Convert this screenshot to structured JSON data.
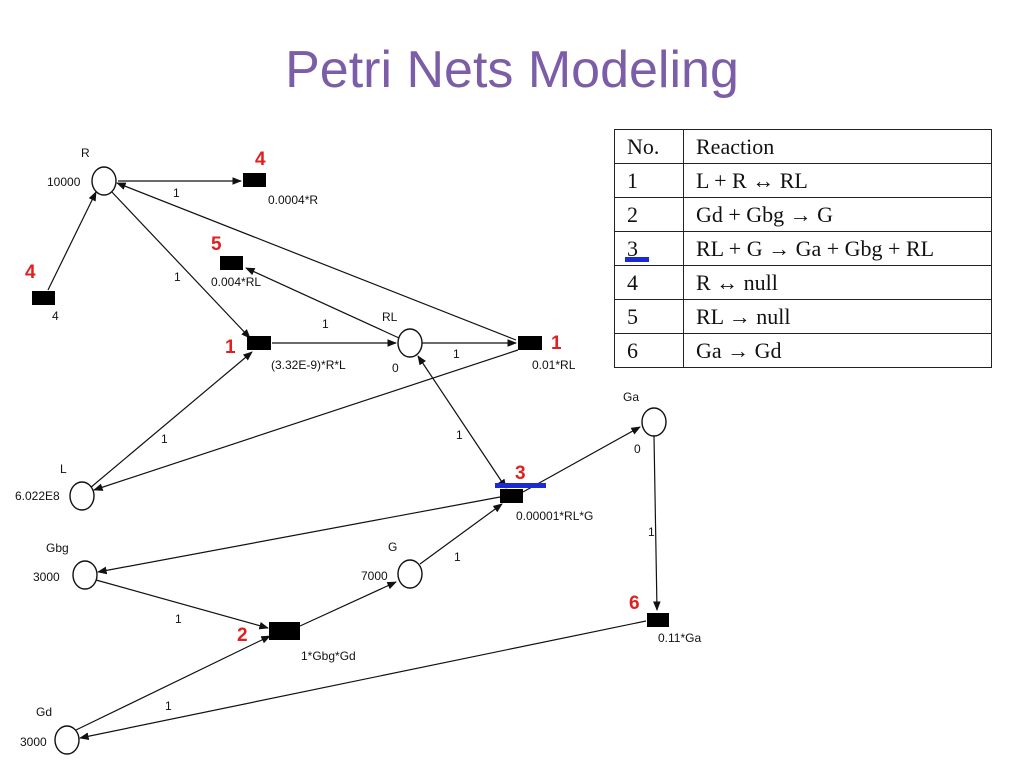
{
  "title": "Petri Nets Modeling",
  "colors": {
    "title": "#7b5ea7",
    "red_marker": "#e02020",
    "blue_marker": "#1a2bd6"
  },
  "table": {
    "headers": [
      "No.",
      "Reaction"
    ],
    "rows": [
      [
        "1",
        "L + R ↔ RL"
      ],
      [
        "2",
        "Gd + Gbg → G"
      ],
      [
        "3",
        "RL + G → Ga + Gbg + RL"
      ],
      [
        "4",
        "R ↔ null"
      ],
      [
        "5",
        "RL → null"
      ],
      [
        "6",
        "Ga → Gd"
      ]
    ]
  },
  "places": {
    "R": {
      "name": "R",
      "tokens": "10000"
    },
    "L": {
      "name": "L",
      "tokens": "6.022E8"
    },
    "RL": {
      "name": "RL",
      "tokens": "0"
    },
    "Ga": {
      "name": "Ga",
      "tokens": "0"
    },
    "Gbg": {
      "name": "Gbg",
      "tokens": "3000"
    },
    "G": {
      "name": "G",
      "tokens": "7000"
    },
    "Gd": {
      "name": "Gd",
      "tokens": "3000"
    }
  },
  "transitions": {
    "t4a": {
      "rate": "0.0004*R",
      "marker": "4"
    },
    "t4b": {
      "rate": "4",
      "marker": "4"
    },
    "t5": {
      "rate": "0.004*RL",
      "marker": "5"
    },
    "t1a": {
      "rate": "(3.32E-9)*R*L",
      "marker": "1"
    },
    "t1b": {
      "rate": "0.01*RL",
      "marker": "1"
    },
    "t3": {
      "rate": "0.00001*RL*G",
      "marker": "3"
    },
    "t2": {
      "rate": "1*Gbg*Gd",
      "marker": "2"
    },
    "t6": {
      "rate": "0.11*Ga",
      "marker": "6"
    }
  },
  "arc_weights": {
    "r_t4a": "1",
    "r_t1a": "1",
    "rl_t5": "1",
    "t1a_rl": "1",
    "rl_t1b": "1",
    "l_t1a": "1",
    "rl_t3": "1",
    "gbg_t2": "1",
    "g_t3": "1",
    "ga_t6": "1",
    "t6_gd": "1"
  }
}
